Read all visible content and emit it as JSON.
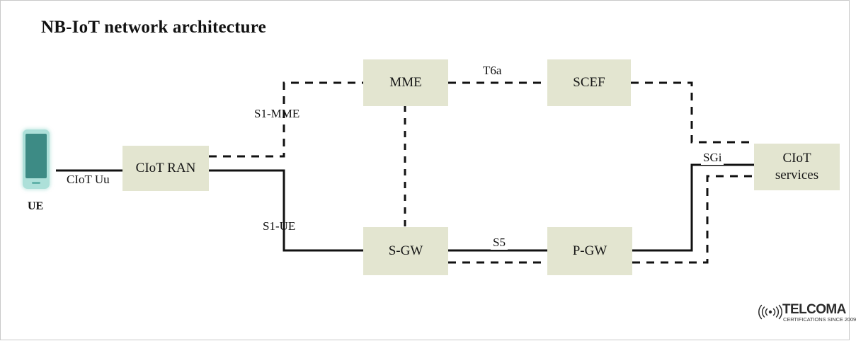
{
  "page": {
    "title": "NB-IoT network architecture",
    "background_color": "#ffffff",
    "node_fill_color": "#e3e5d0",
    "line_color": "#111111"
  },
  "nodes": {
    "ue": {
      "label": "UE",
      "icon": "smartphone-icon",
      "screen_color": "#3d8b85",
      "body_color": "#ade0d9"
    },
    "ciot_ran": {
      "label": "CIoT RAN"
    },
    "mme": {
      "label": "MME"
    },
    "scef": {
      "label": "SCEF"
    },
    "sgw": {
      "label": "S-GW"
    },
    "pgw": {
      "label": "P-GW"
    },
    "ciot_services": {
      "label_line1": "CIoT",
      "label_line2": "services"
    }
  },
  "interfaces": {
    "ciot_uu": {
      "label": "CIoT Uu",
      "style": "solid",
      "from": "ue",
      "to": "ciot_ran"
    },
    "s1_mme": {
      "label": "S1-MME",
      "style": "dashed",
      "from": "ciot_ran",
      "to": "mme"
    },
    "s1_ue": {
      "label": "S1-UE",
      "style": "solid",
      "from": "ciot_ran",
      "to": "sgw"
    },
    "t6a": {
      "label": "T6a",
      "style": "dashed",
      "from": "mme",
      "to": "scef"
    },
    "s11": {
      "label": "",
      "style": "dashed",
      "from": "mme",
      "to": "sgw"
    },
    "s5": {
      "label": "S5",
      "style": "solid",
      "from": "sgw",
      "to": "pgw"
    },
    "s5_control": {
      "label": "",
      "style": "dashed",
      "from": "sgw",
      "to": "pgw"
    },
    "sgi": {
      "label": "SGi",
      "style": "solid",
      "from": "pgw",
      "to": "ciot_services"
    },
    "scef_services": {
      "label": "",
      "style": "dashed",
      "from": "scef",
      "to": "ciot_services"
    },
    "pgw_services_control": {
      "label": "",
      "style": "dashed",
      "from": "pgw",
      "to": "ciot_services"
    }
  },
  "logo": {
    "name": "TELCOMA",
    "tagline": "CERTIFICATIONS SINCE 2009",
    "icon": "radio-wave-icon"
  }
}
